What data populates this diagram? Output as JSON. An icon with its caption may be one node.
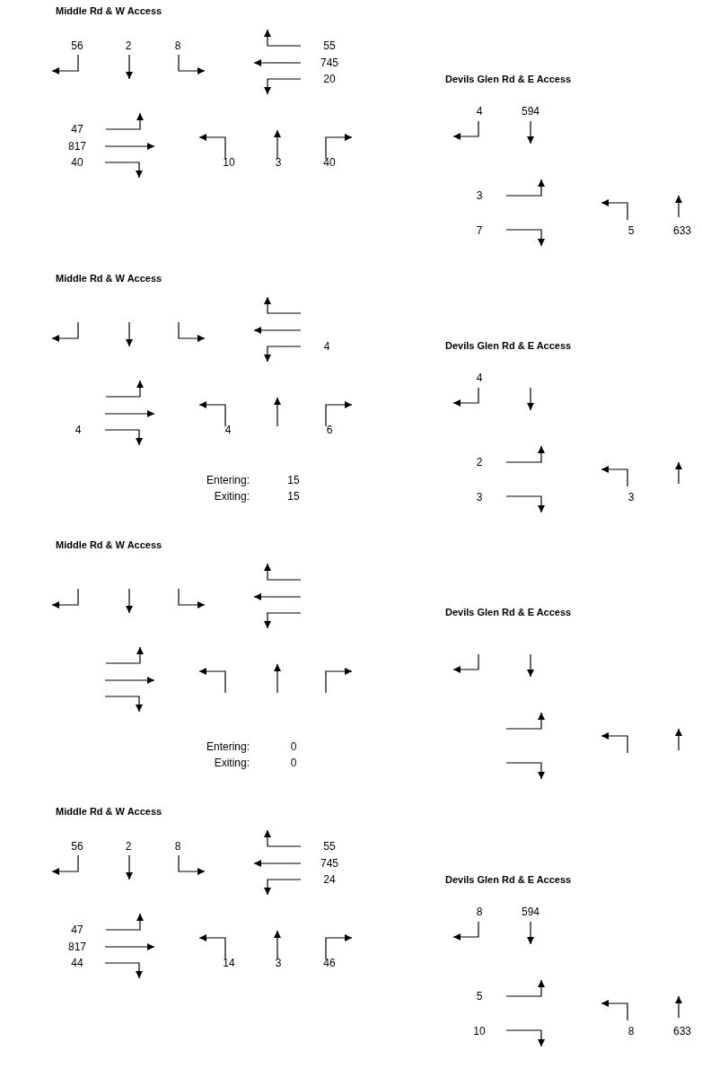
{
  "diagram": {
    "labels": [
      "Middle Rd & W Access",
      "56",
      "2",
      "8",
      "55",
      "745",
      "20",
      "47",
      "817",
      "40",
      "10",
      "3",
      "40",
      "Devils Glen Rd & E Access",
      "4",
      "594",
      "3",
      "7",
      "5",
      "633",
      "Middle Rd & W Access",
      "4",
      "4",
      "4",
      "6",
      "Entering:",
      "15",
      "Exiting:",
      "15",
      "Devils Glen Rd & E Access",
      "4",
      "2",
      "3",
      "3",
      "Middle Rd & W Access",
      "Entering:",
      "0",
      "Exiting:",
      "0",
      "Devils Glen Rd & E Access",
      "Middle Rd & W Access",
      "56",
      "2",
      "8",
      "55",
      "745",
      "24",
      "47",
      "817",
      "44",
      "14",
      "3",
      "46",
      "Devils Glen Rd & E Access",
      "8",
      "594",
      "5",
      "10",
      "8",
      "633"
    ]
  }
}
